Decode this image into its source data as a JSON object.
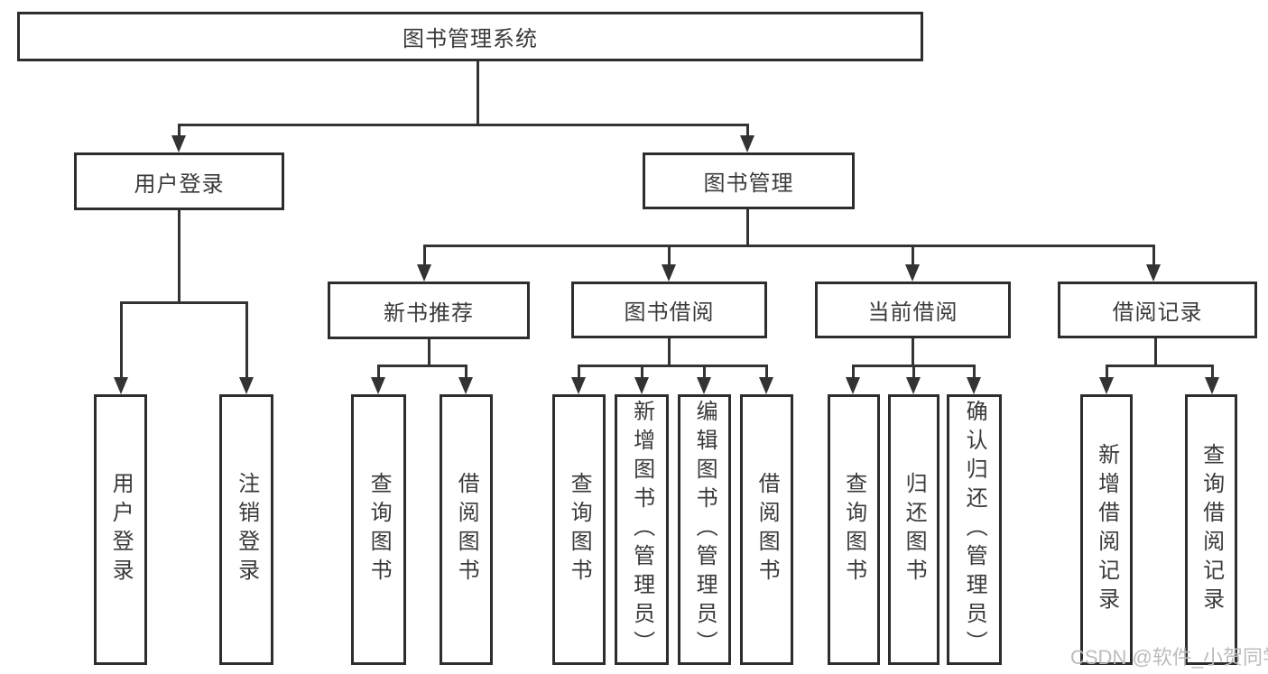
{
  "diagram_title": "图书管理系统",
  "tree": {
    "label": "图书管理系统",
    "children": [
      {
        "label": "用户登录",
        "children": [
          {
            "label": "用户登录"
          },
          {
            "label": "注销登录"
          }
        ]
      },
      {
        "label": "图书管理",
        "children": [
          {
            "label": "新书推荐",
            "children": [
              {
                "label": "查询图书"
              },
              {
                "label": "借阅图书"
              }
            ]
          },
          {
            "label": "图书借阅",
            "children": [
              {
                "label": "查询图书"
              },
              {
                "label": "新增图书（管理员）"
              },
              {
                "label": "编辑图书（管理员）"
              },
              {
                "label": "借阅图书"
              }
            ]
          },
          {
            "label": "当前借阅",
            "children": [
              {
                "label": "查询图书"
              },
              {
                "label": "归还图书"
              },
              {
                "label": "确认归还（管理员）"
              }
            ]
          },
          {
            "label": "借阅记录",
            "children": [
              {
                "label": "新增借阅记录"
              },
              {
                "label": "查询借阅记录"
              }
            ]
          }
        ]
      }
    ]
  },
  "watermark": {
    "text": "CSDN @软件_小贺同学"
  },
  "colors": {
    "line": "#333333",
    "border": "#2d2d2d",
    "text": "#3a3a3a",
    "watermark": "#bcbcbc",
    "background": "#ffffff"
  }
}
